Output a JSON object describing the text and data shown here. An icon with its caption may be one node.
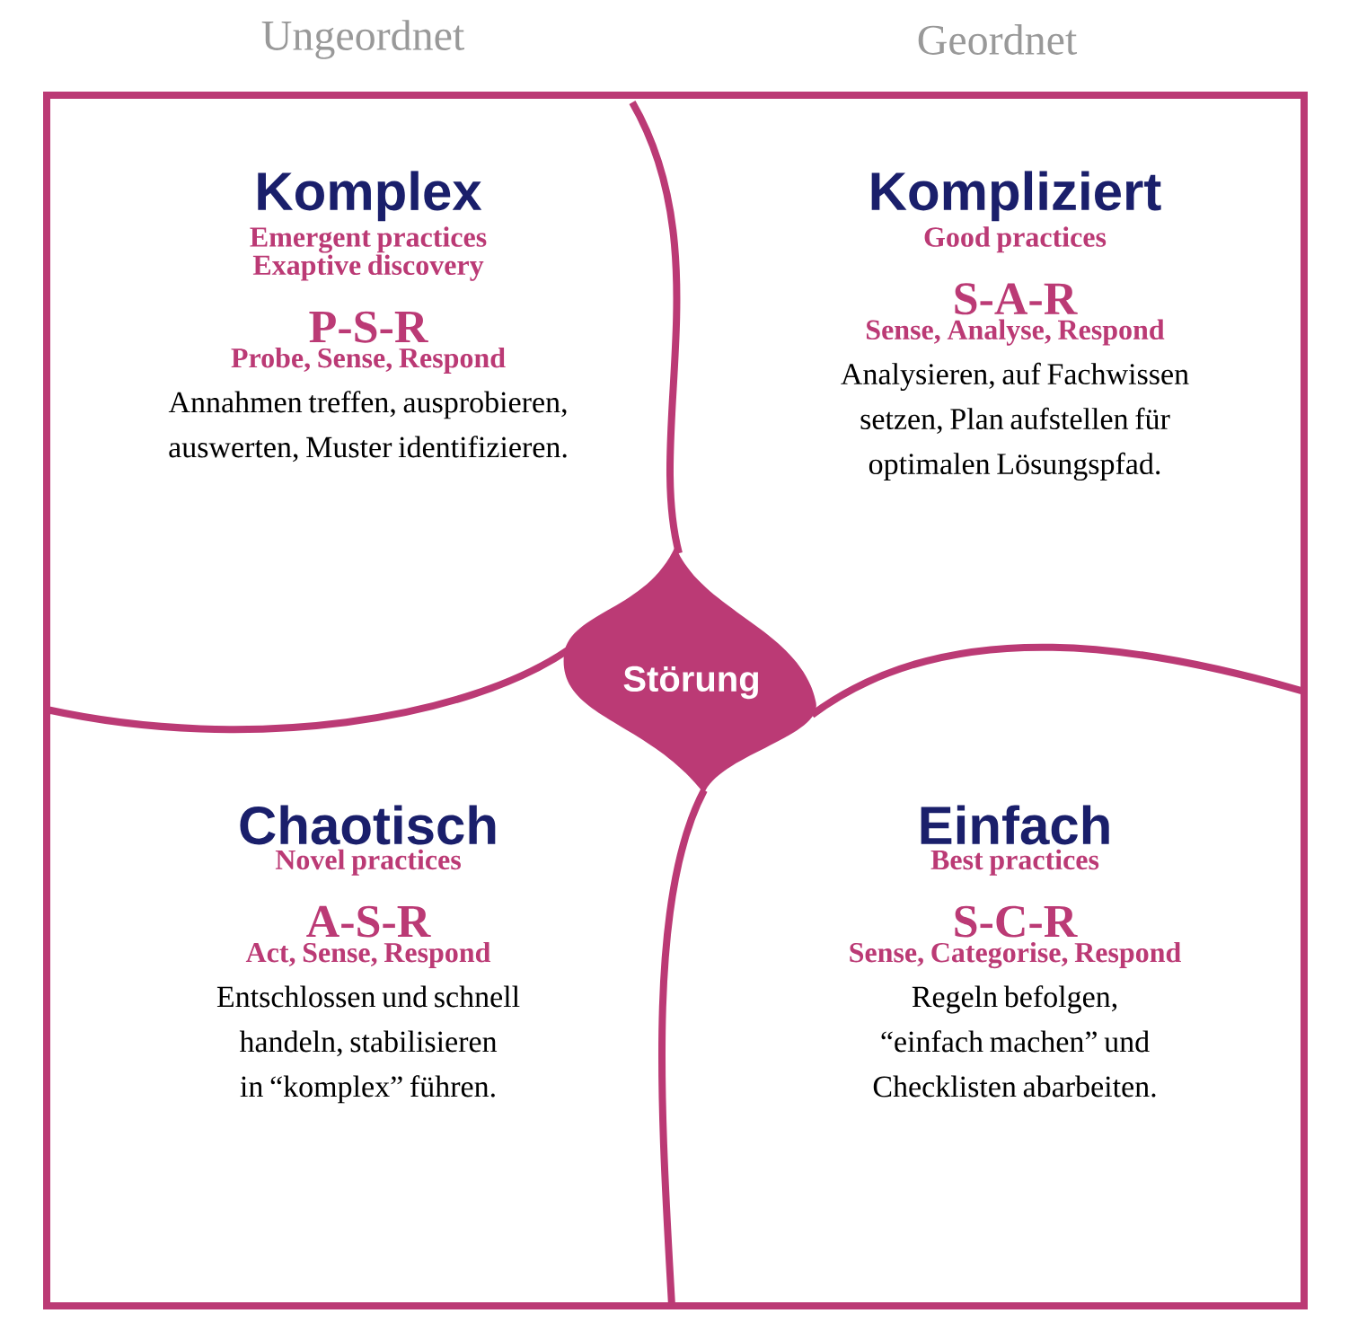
{
  "diagram": {
    "nodes": [
      {
        "text": [
          "Komplex",
          "Emergent practices",
          "Exaptive discovery",
          "P-S-R",
          "Probe, Sense, Respond",
          "Annahmen treffen, ausprobieren, auswerten, Muster identifizieren."
        ]
      },
      {
        "text": [
          "Kompliziert",
          "Good practices",
          "S-A-R",
          "Sense, Analyse, Respond",
          "Analysieren, auf Fachwissen setzen, Plan aufstellen für optimalen Lösungspfad."
        ]
      },
      {
        "text": [
          "Chaotisch",
          "Novel practices",
          "A-S-R",
          "Act, Sense, Respond",
          "Entschlossen und schnell handeln, stabilisieren in “komplex” führen."
        ]
      },
      {
        "text": [
          "Einfach",
          "Best practices",
          "S-C-R",
          "Sense, Categorise, Respond",
          "Regeln befolgen, “einfach machen” und Checklisten abarbeiten."
        ]
      },
      {
        "text": [
          "Störung"
        ]
      }
    ],
    "labels": [
      "Ungeordnet",
      "Geordnet"
    ]
  }
}
